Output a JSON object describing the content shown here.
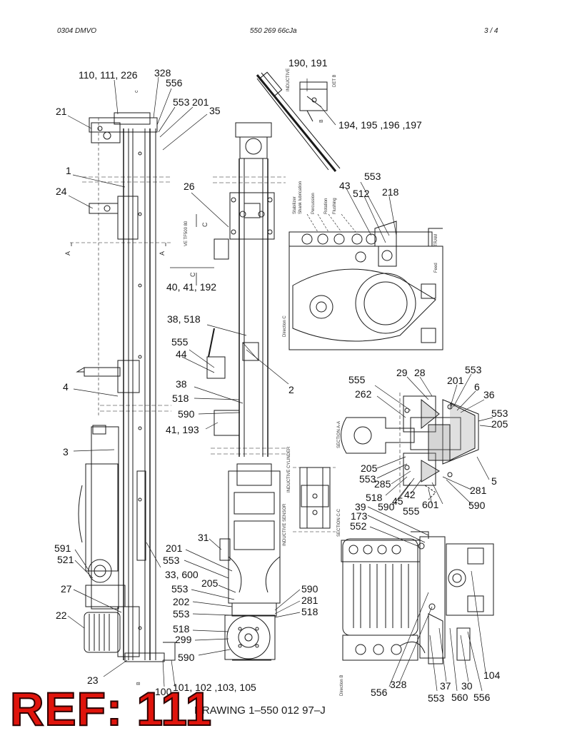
{
  "header": {
    "left": "0304 DMVO",
    "center": "550 269 66cJa",
    "right": "3 /   4"
  },
  "caption": "DRAWING 1–550 012 97–J",
  "ref_stamp": "REF: 111",
  "colors": {
    "ink": "#1a1a1a",
    "stamp": "#e0140c"
  },
  "vertical_text": {
    "inductive_top": "INDUCTIVE",
    "det_b": "DET B",
    "stabilizer": "Stabilizer",
    "shank_lub": "Shank lubrication",
    "percussion": "Percussion",
    "rotation": "Rotation",
    "flushing": "Flushing",
    "tram": "TRAM",
    "feed": "Feed",
    "direction_c": "Direction C",
    "section_aa": "SECTION A-A",
    "section_cc": "SECTION C-C",
    "inductive_cylinder": "INDUCTIVE CYLINDER",
    "inductive_sensor": "INDUCTIVE SENSOR",
    "direction_b": "Direction B",
    "ve_tfs": "VE TF500 80"
  },
  "labels": {
    "l110": "110, 111, 226",
    "l328a": "328",
    "l556a": "556",
    "l553a": "553",
    "l201a": "201",
    "l35": "35",
    "l21": "21",
    "l1": "1",
    "l24": "24",
    "l26": "26",
    "l190": "190, 191",
    "l194": "194, 195 ,196 ,197",
    "l553b": "553",
    "l43": "43",
    "l512": "512",
    "l218": "218",
    "l40": "40, 41, 192",
    "l38a": "38, 518",
    "l555a": "555",
    "l44": "44",
    "l38b": "38",
    "l518a": "518",
    "l590a": "590",
    "l41": "41, 193",
    "l2": "2",
    "l4": "4",
    "l3": "3",
    "l555b": "555",
    "l262": "262",
    "l29": "29",
    "l28": "28",
    "l553c": "553",
    "l201b": "201",
    "l6": "6",
    "l36": "36",
    "l553d": "553",
    "l205a": "205",
    "l205b": "205",
    "l553e": "553",
    "l285": "285",
    "l518b": "518",
    "l590b": "590",
    "l45": "45",
    "l42": "42",
    "l555c": "555",
    "l601": "601",
    "l281a": "281",
    "l590c": "590",
    "l5": "5",
    "l39": "39",
    "l173": "173",
    "l552": "552",
    "l31": "31",
    "l591": "591",
    "l521": "521",
    "l201c": "201",
    "l553f": "553",
    "l33": "33, 600",
    "l205c": "205",
    "l27": "27",
    "l553g": "553",
    "l202": "202",
    "l553h": "553",
    "l590d": "590",
    "l281b": "281",
    "l518c": "518",
    "l22": "22",
    "l518d": "518",
    "l299": "299",
    "l590e": "590",
    "l23": "23",
    "l100": "100",
    "l101": "101, 102 ,103, 105",
    "l104": "104",
    "l556b": "556",
    "l328b": "328",
    "l37": "37",
    "l30": "30",
    "l553i": "553",
    "l560": "560",
    "l556c": "556",
    "sect_a1": "A",
    "sect_a2": "A",
    "sect_c1": "C",
    "sect_c2": "C",
    "sect_c3": "c",
    "sect_b1": "B",
    "sect_b2": "B"
  }
}
